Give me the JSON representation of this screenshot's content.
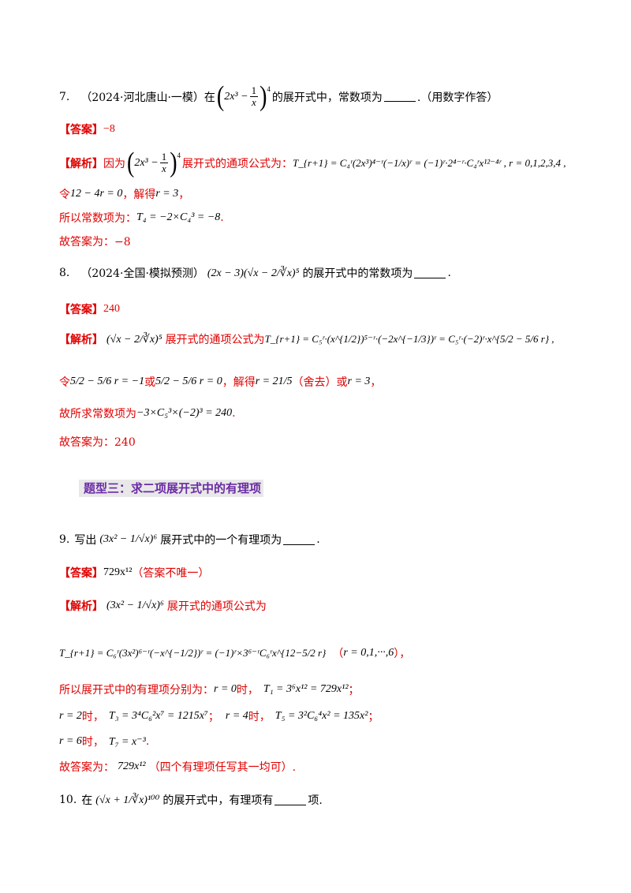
{
  "q7": {
    "number": "7.",
    "source": "（2024·河北唐山·一模）在",
    "expr_a": "2x³ − ",
    "frac_num": "1",
    "frac_den": "x",
    "power": "4",
    "text_after": "的展开式中，常数项为",
    "text_end": ".（用数字作答）",
    "answer_tag": "【答案】",
    "answer": "−8",
    "analysis_tag": "【解析】",
    "analysis_1_pre": "因为",
    "analysis_1_mid": "展开式的通项公式为：",
    "analysis_1_formula": "T_{r+1} = C₄ʳ(2x³)⁴⁻ʳ(−1/x)ʳ = (−1)ʳ·2⁴⁻ʳ·C₄ʳx¹²⁻⁴ʳ , r = 0,1,2,3,4 ,",
    "analysis_2_pre": "令",
    "analysis_2_eq": "12 − 4r = 0",
    "analysis_2_mid": "，解得",
    "analysis_2_res": "r = 3",
    "analysis_2_end": "，",
    "analysis_3_pre": "所以常数项为：",
    "analysis_3_eq": "T₄ = −2×C₄³ = −8",
    "analysis_3_end": ".",
    "final": "故答案为：−8"
  },
  "q8": {
    "number": "8.",
    "source": "（2024·全国·模拟预测）",
    "expr": "(2x − 3)(√x − 2/∛x)⁵",
    "text_after": "的展开式中的常数项为",
    "text_end": ".",
    "answer_tag": "【答案】",
    "answer": "240",
    "analysis_tag": "【解析】",
    "analysis_1_expr": "(√x − 2/∛x)⁵",
    "analysis_1_mid": "展开式的通项公式为",
    "analysis_1_formula": "T_{r+1} = C₅ʳ·(x^{1/2})⁵⁻ʳ·(−2x^{−1/3})ʳ = C₅ʳ·(−2)ʳ·x^{5/2 − 5/6 r} ,",
    "analysis_2_pre": "令",
    "analysis_2_eq1": "5/2 − 5/6 r = −1",
    "analysis_2_or": "或",
    "analysis_2_eq2": "5/2 − 5/6 r = 0",
    "analysis_2_mid": "，解得",
    "analysis_2_res": "r = 21/5",
    "analysis_2_note": "（舍去）或",
    "analysis_2_res2": "r = 3",
    "analysis_2_end": "，",
    "analysis_3_pre": "故所求常数项为",
    "analysis_3_eq": "−3×C₅³×(−2)³ = 240",
    "analysis_3_end": ".",
    "final": "故答案为：240"
  },
  "heading": "题型三：求二项展开式中的有理项",
  "q9": {
    "number": "9.",
    "text_pre": "写出",
    "expr": "(3x² − 1/√x)⁶",
    "text_after": "展开式中的一个有理项为",
    "text_end": ".",
    "answer_tag": "【答案】",
    "answer": "729x¹²",
    "answer_note": "（答案不唯一）",
    "analysis_tag": "【解析】",
    "analysis_1_expr": "(3x² − 1/√x)⁶",
    "analysis_1_mid": "展开式的通项公式为",
    "analysis_2_formula": "T_{r+1} = C₆ʳ(3x²)⁶⁻ʳ(−x^{−1/2})ʳ = (−1)ʳ×3⁶⁻ʳC₆ʳx^{12−5/2 r}",
    "analysis_2_paren_open": "（",
    "analysis_2_range": "r = 0,1,···,6",
    "analysis_2_paren_close": "），",
    "analysis_3_pre": "所以展开式中的有理项分别为：",
    "analysis_3_a": "r = 0",
    "analysis_3_b": "时，",
    "analysis_3_c": "T₁ = 3⁶x¹² = 729x¹²",
    "analysis_3_d": "；",
    "analysis_4_a": "r = 2",
    "analysis_4_b": "时，",
    "analysis_4_c": "T₃ = 3⁴C₆²x⁷ = 1215x⁷",
    "analysis_4_d": "；",
    "analysis_4_e": "r = 4",
    "analysis_4_f": "时，",
    "analysis_4_g": "T₅ = 3²C₆⁴x² = 135x²",
    "analysis_4_h": "；",
    "analysis_5_a": "r = 6",
    "analysis_5_b": "时，",
    "analysis_5_c": "T₇ = x⁻³",
    "analysis_5_d": ".",
    "final_pre": "故答案为：",
    "final_val": "729x¹²",
    "final_note": "（四个有理项任写其一均可）."
  },
  "q10": {
    "number": "10.",
    "text_pre": "在",
    "expr": "(√x + 1/∛x)¹⁰⁰",
    "text_after": "的展开式中，有理项有",
    "text_end": "项."
  }
}
